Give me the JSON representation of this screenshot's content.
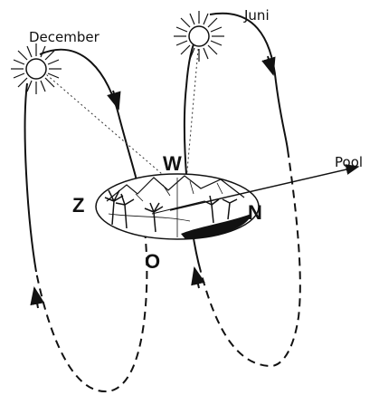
{
  "labels": {
    "december": "December",
    "june": "Juni",
    "pole": "Pool",
    "west": "W",
    "south": "Z",
    "north": "N",
    "east": "O"
  },
  "colors": {
    "ink": "#111111",
    "background": "#ffffff"
  },
  "icons": {
    "sun_december": "sun-icon",
    "sun_june": "sun-icon",
    "island": "island-landscape-icon"
  }
}
